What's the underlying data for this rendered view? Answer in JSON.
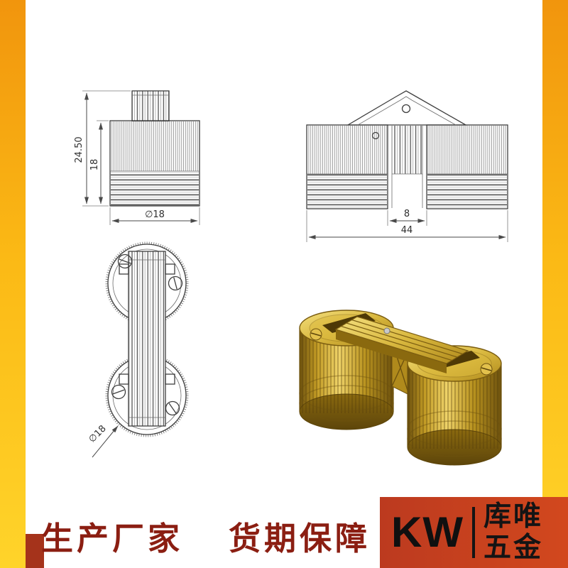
{
  "page": {
    "background": "#ffffff",
    "band_gradient_top": "#F1950D",
    "band_gradient_bottom": "#FFD42A"
  },
  "drawings": {
    "front_view": {
      "name": "single barrel front view",
      "dim_total_height": "24.50",
      "dim_body_height": "18",
      "dim_diameter": "∅18"
    },
    "assembled_view": {
      "name": "assembled hinge front view",
      "dim_gap": "8",
      "dim_overall_width": "44"
    },
    "top_view": {
      "name": "plan view of barrels",
      "dim_diameter": "∅18"
    },
    "render_3d": {
      "name": "brass concealed barrel hinge 3d render",
      "brass_color": "#C9A227"
    }
  },
  "footer": {
    "slogan_left": "生产厂家",
    "slogan_right": "货期保障",
    "slogan_color": "#8B1E12",
    "accent_color": "#A5331B",
    "logo": {
      "brand": "KW",
      "name_line1": "库唯",
      "name_line2": "五金",
      "bg_color_left": "#BC3A1F",
      "bg_color_right": "#D2481E",
      "text_color": "#101010"
    }
  }
}
